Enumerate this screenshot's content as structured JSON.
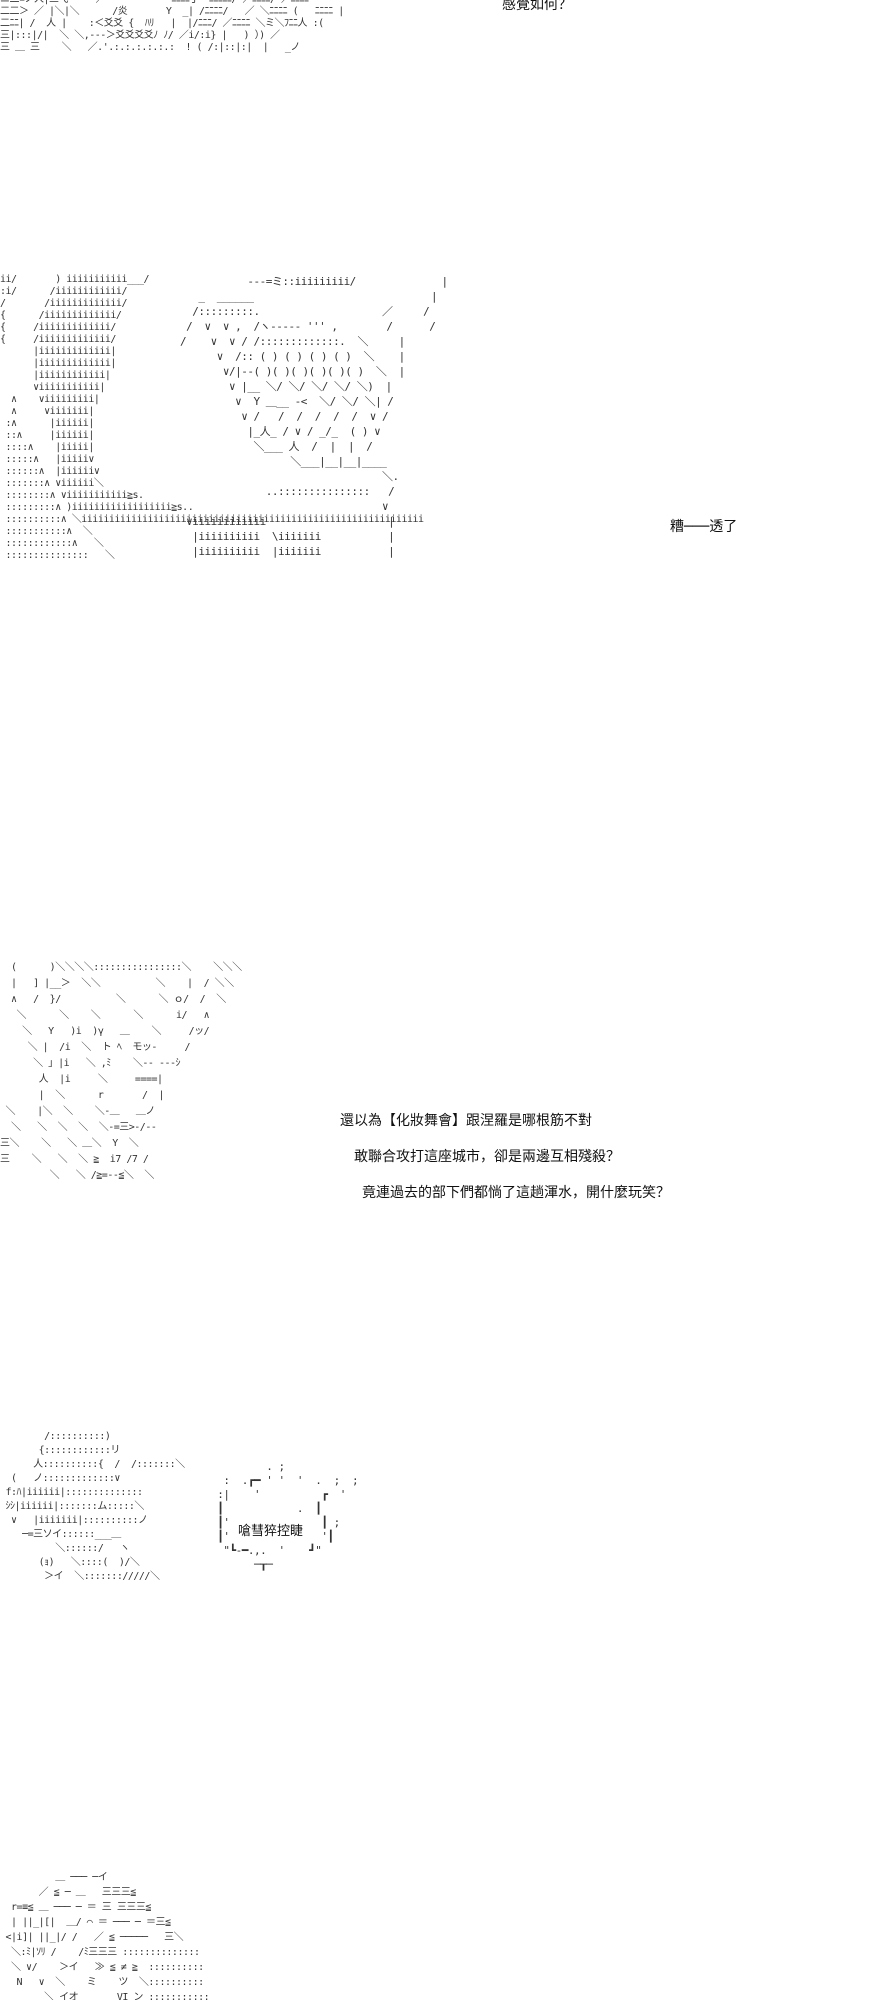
{
  "panel1": {
    "caption": "感覺如何？",
    "art": "ニ二∠ノ人|三弋     ／            ﾆﾆﾆﾆ丁 ｢ﾆﾆﾆﾆﾆ/ ／ﾆﾆﾆﾆ/ ／ﾆﾆﾆﾆ｀\n二二＞ ／ |＼|＼      /炎       Y  _| /ﾆﾆﾆﾆ/   ／ ＼ﾆﾆﾆﾆ (   ﾆﾆﾆﾆ |\n二ﾆﾆ| /  人 |    :＜爻爻 {  ﾊﾘ   |  |/ﾆﾆﾆ/ ／ﾆﾆﾆﾆ ＼ミ＼ﾌﾆﾆ人 :(\n三|:::|/|  ＼ ＼,---＞爻爻爻爻ﾉ ﾉ/ ／i/:i} |   ) ）) ／\n三 ＿ 三    ＼   ／.'.:.:.:.:.:.:  ! ( /:|::|:|  |   _ノ"
  },
  "panel2": {
    "caption": "糟───透了",
    "art_left": "ii/       ) iiiiiiiiiii___/\n:i/      /iiiiiiiiiiii/\n/       /iiiiiiiiiiiii/\n{      /iiiiiiiiiiiii/\n{     /iiiiiiiiiiiii/\n{     /iiiiiiiiiiiii/\n      |iiiiiiiiiiiii|\n      |iiiiiiiiiiiii|\n      |iiiiiiiiiiii|\n      ∨iiiiiiiiiii|\n  ∧    ∨iiiiiiiii|\n  ∧     ∨iiiiiii|\n :∧      |iiiiii|\n ::∧     |iiiiii|\n ::::∧    |iiiii|\n :::::∧   |iiiii∨\n ::::::∧  |iiiiii∨\n :::::::∧ ∨iiiiii＼\n ::::::::∧ ∨iiiiiiiiiii≧s.\n :::::::::∧ )iiiiiiiiiiiiiiiiii≧s..\n ::::::::::∧ ＼iiiiiiiiiiiiiiiiiiiiiiiiiiiiiiiiiiiiiiiiiiiiiiiiiiiiiiiiiiiiii\n :::::::::::∧  ＼\n ::::::::::::∧   ＼\n :::::::::::::::   ＼",
    "art_right": "           ---=ミ::iiiiiiiii/              |\n   _  ______                             |\n  /:::::::::.                    ／     /\n /  ∨  ∨ ,  /ヽ----- ''' ,        /      /\n/    ∨  ∨ / /:::::::::::::.  ＼     |\n      ∨  /:: ( ) ( ) ( ) ( )  ＼    |\n       ∨/|--( )( )( )( )( )( )  ＼  |\n        ∨ |__ ＼/ ＼/ ＼/ ＼/ ＼)  |\n         ∨  Y ＿__ -<  ＼/ ＼/ ＼| /\n          ∨ /   /  /  /  /  /  ∨ /\n           |_人_ / ∨ / _/_  ( ) ∨\n            ＼___ 人  /  |  |  /\n                  ＼___|__|__|____\n                                 ＼.\n              ..:::::::::::::::   /\n                                 ∨\n ∨iiiiiiiiiiii                    |\n  |iiiiiiiiii  \\iiiiiii           |\n  |iiiiiiiiii  |iiiiiii           |"
  },
  "panel3": {
    "lines": [
      "還以為【化妝舞會】跟涅羅是哪根筋不對",
      "敢聯合攻打這座城市，卻是兩邊互相殘殺？",
      "竟連過去的部下們都惝了這趟渾水，開什麼玩笑？"
    ],
    "art": "  (      )＼＼＼＼::::::::::::::::＼    ＼＼＼\n  |   ] |__＞  ＼＼          ＼    |  / ＼＼\n  ∧   /  }/          ＼      ＼ ｏ/  /  ＼\n   ＼      ＼    ＼      ＼      i/   ∧\n    ＼   Y   )i  )γ   ＿    ＼     /ッ/\n     ＼ |  /i  ＼  ト ﾍ  モッ-     /\n      ＼ ｣ |i   ＼ ,ﾐ    ＼-- ---ｼ\n       人  |i     ＼     ====|\n       |  ＼      r       /  |\n ＼    |＼  ＼    ＼-＿   ＿ノ\n  ＼   ＼  ＼  ＼  ＼-=三>-/--\n三＼    ＼   ＼ ＿＼  Y  ＼\n三    ＼   ＼  ＼ ≧  i7 /7 /\n         ＼   ＼ /≧=--≦＼  ＼"
  },
  "panel4": {
    "bubble_text": "嗆彗猝控睫",
    "art_left": "        /::::::::::)\n       {::::::::::::リ\n      人::::::::::{  /  /:::::::＼\n  (   ノ:::::::::::::∨\n f:ﾊ|iiiiii|::::::::::::::\n ｼｼ|iiiiii|:::::::ム:::::＼\n  ∨   |iiiiiii|::::::::::ノ\n    ─=三ソイ::::::___＿\n          ＼::::::/   ヽ\n       (ｮ)   ＼::::(  )/＼\n        ＞イ  ＼::::::://///＼",
    "art_bubble": "          . ;\n   :  .┏━ ' '  '  .  ;  ;\n  :|    '          ┏  '\n  ┃            .  ┃\n  ┃'               ┃ ;\n  ┃'               '┃\n   \"┗‐━.,.  '    ┛\"\n        ─┰─"
  },
  "panel5": {
    "art": "          ＿ ─── ─イ\n       ／ ≦ ─ ＿   三三三≦\n  r=≡≦ ＿ ─── ─ ＝ 三 三三三≦\n  | ||_|[|  ＿/ ⌒ ＝ ─── ─ ＝三≦\n <|i]| ||_|/ /   ／ ≦ ─────   三＼\n  ＼:ﾐ|ｿﾘ /    /ﾐ三三三 ::::::::::::::\n  ＼ ∨/    ＞イ   ≫ ≦ ≠ ≧  ::::::::::\n   N   ∨  ＼    ミ    ツ  ＼::::::::::\n        ＼ イオ       VI ン :::::::::::"
  }
}
